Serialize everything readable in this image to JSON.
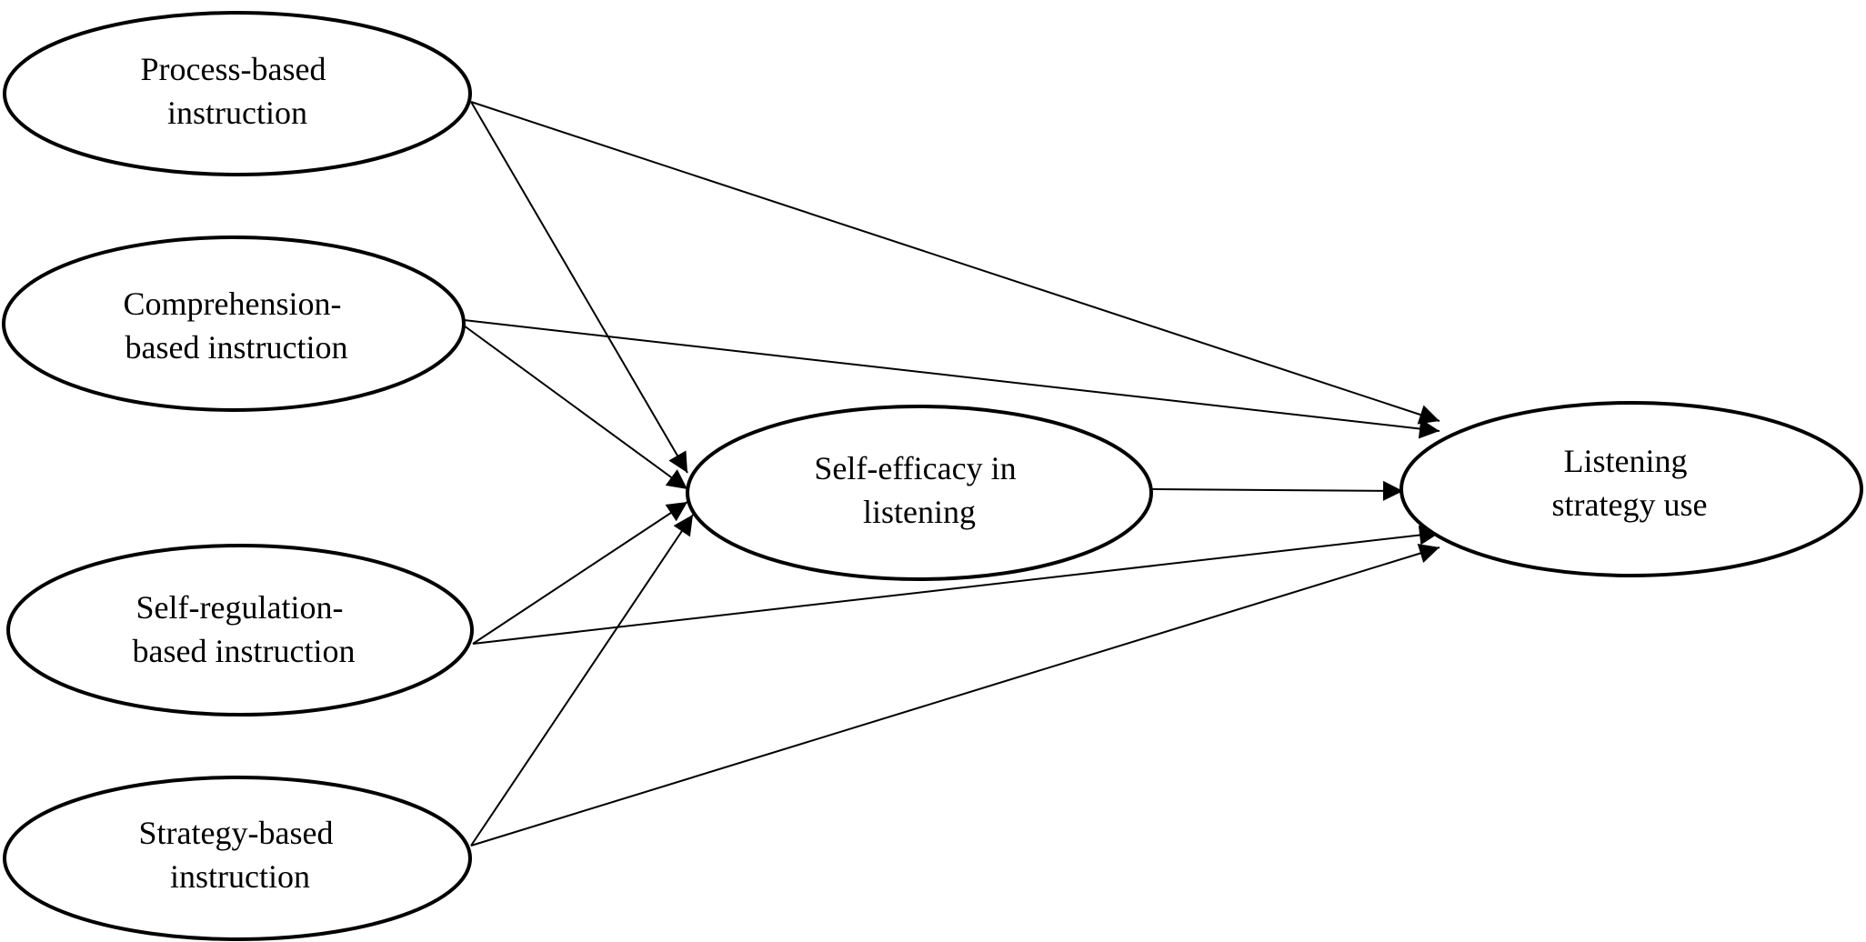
{
  "diagram": {
    "nodes": [
      {
        "id": "process",
        "lines": [
          "Process-based",
          "instruction"
        ]
      },
      {
        "id": "comprehension",
        "lines": [
          "Comprehension-",
          "based instruction"
        ]
      },
      {
        "id": "selfreg",
        "lines": [
          "Self-regulation-",
          "based instruction"
        ]
      },
      {
        "id": "strategy",
        "lines": [
          "Strategy-based",
          "instruction"
        ]
      },
      {
        "id": "efficacy",
        "lines": [
          "Self-efficacy in",
          "listening"
        ]
      },
      {
        "id": "listening",
        "lines": [
          "Listening",
          "strategy use"
        ]
      }
    ],
    "edges": [
      {
        "from": "process",
        "to": "efficacy"
      },
      {
        "from": "process",
        "to": "listening"
      },
      {
        "from": "comprehension",
        "to": "efficacy"
      },
      {
        "from": "comprehension",
        "to": "listening"
      },
      {
        "from": "selfreg",
        "to": "efficacy"
      },
      {
        "from": "selfreg",
        "to": "listening"
      },
      {
        "from": "strategy",
        "to": "efficacy"
      },
      {
        "from": "strategy",
        "to": "listening"
      },
      {
        "from": "efficacy",
        "to": "listening"
      }
    ],
    "colors": {
      "stroke": "#000000",
      "fill": "#ffffff"
    }
  }
}
